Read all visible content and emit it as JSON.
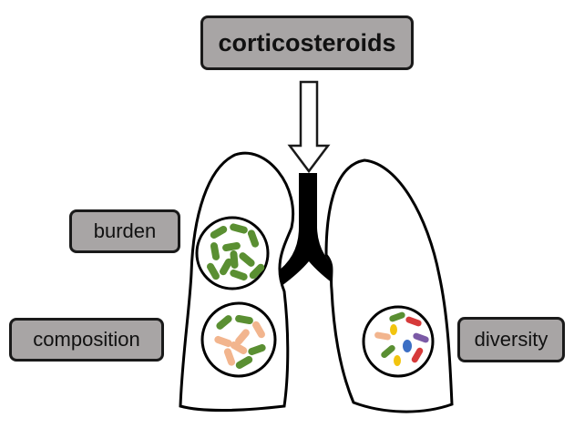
{
  "labels": {
    "trigger": "corticosteroids",
    "burden": "burden",
    "composition": "composition",
    "diversity": "diversity"
  },
  "colors": {
    "box_fill": "#a8a5a5",
    "outline": "#1a1a1a",
    "green": "#5a8f32",
    "peach": "#f2b58e",
    "purple": "#7b5aa6",
    "blue": "#3d6fc4",
    "yellow": "#f2c40f",
    "red": "#d63a3a"
  }
}
